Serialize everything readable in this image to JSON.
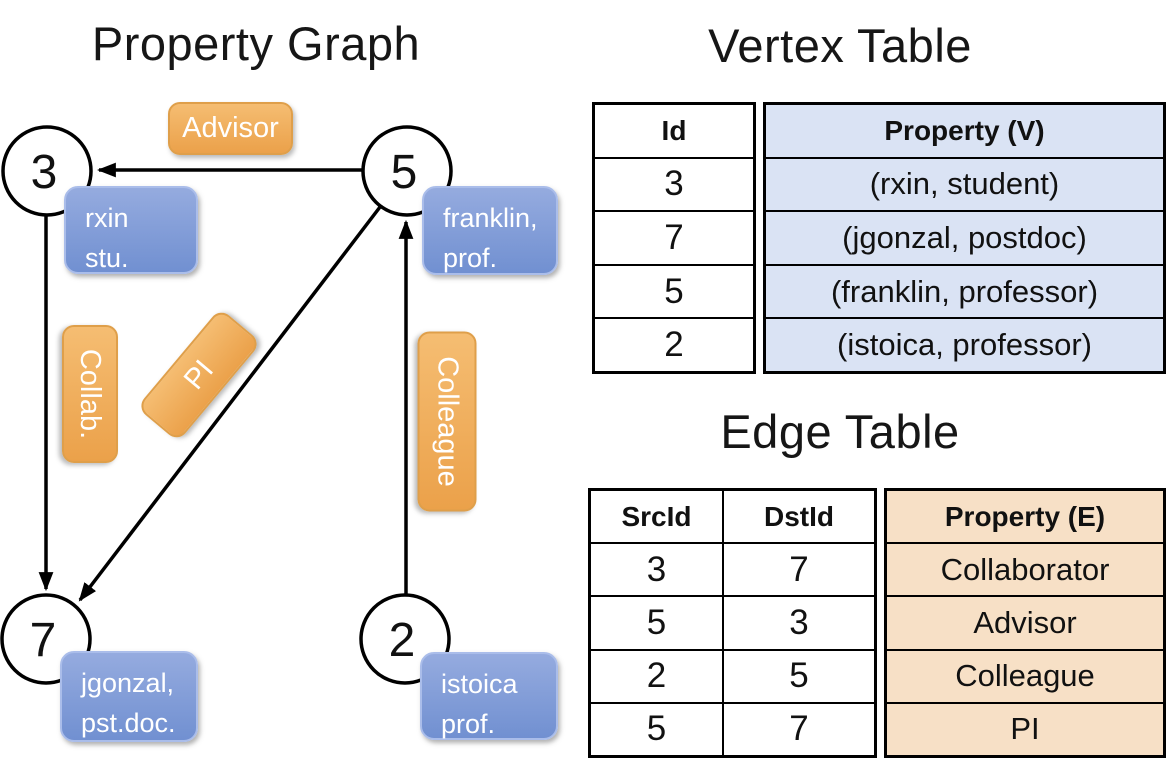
{
  "colors": {
    "orange_top": "#f5bd72",
    "orange_bottom": "#eba14a",
    "orange_border": "#df9f4a",
    "blue_top": "#95abdf",
    "blue_bottom": "#7190d1",
    "blue_border": "#aabdea",
    "vertex_fill": "#dae3f4",
    "edge_fill": "#f7e0c6",
    "line": "#000000"
  },
  "graph": {
    "title": "Property Graph",
    "nodes": [
      {
        "id": "3",
        "label_line1": "rxin",
        "label_line2": "stu."
      },
      {
        "id": "5",
        "label_line1": "franklin,",
        "label_line2": "prof."
      },
      {
        "id": "7",
        "label_line1": "jgonzal,",
        "label_line2": "pst.doc."
      },
      {
        "id": "2",
        "label_line1": "istoica",
        "label_line2": "prof."
      }
    ],
    "edges": [
      {
        "label": "Advisor"
      },
      {
        "label": "Collab."
      },
      {
        "label": "PI"
      },
      {
        "label": "Colleague"
      }
    ]
  },
  "vertex_table": {
    "title": "Vertex Table",
    "headers": {
      "id": "Id",
      "property": "Property (V)"
    },
    "rows": [
      {
        "id": "3",
        "property": "(rxin, student)"
      },
      {
        "id": "7",
        "property": "(jgonzal, postdoc)"
      },
      {
        "id": "5",
        "property": "(franklin, professor)"
      },
      {
        "id": "2",
        "property": "(istoica, professor)"
      }
    ]
  },
  "edge_table": {
    "title": "Edge Table",
    "headers": {
      "src": "SrcId",
      "dst": "DstId",
      "property": "Property (E)"
    },
    "rows": [
      {
        "src": "3",
        "dst": "7",
        "property": "Collaborator"
      },
      {
        "src": "5",
        "dst": "3",
        "property": "Advisor"
      },
      {
        "src": "2",
        "dst": "5",
        "property": "Colleague"
      },
      {
        "src": "5",
        "dst": "7",
        "property": "PI"
      }
    ]
  }
}
